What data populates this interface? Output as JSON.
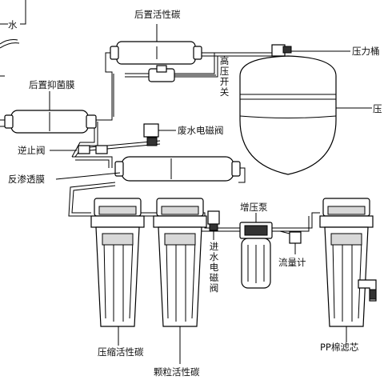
{
  "labels": {
    "water_in": "水",
    "post_carbon": "后置活性碳",
    "pressure_bucket": "压力桶",
    "tank_side": "压",
    "high_pressure_switch": "高压开关",
    "post_antibacterial": "后置抑菌膜",
    "waste_valve": "废水电磁阀",
    "check_valve": "逆止阀",
    "ro_membrane": "反渗透膜",
    "booster_pump": "增压泵",
    "inlet_valve": "进水电磁阀",
    "flow_meter": "流量计",
    "compressed_carbon": "压缩活性碳",
    "granular_carbon": "颗粒活性碳",
    "pp_cotton": "PP棉滤芯"
  }
}
